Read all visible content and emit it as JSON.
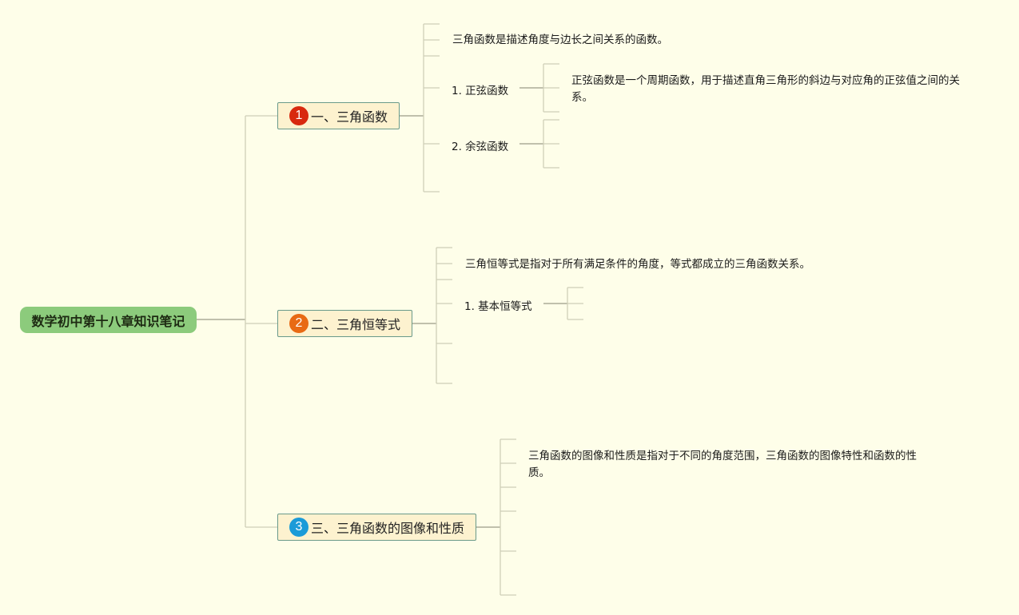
{
  "root": {
    "label": "数学初中第十八章知识笔记"
  },
  "topics": [
    {
      "number": "1",
      "badge_color": "#d8290f",
      "label": "一、三角函数",
      "note": "三角函数是描述角度与边长之间关系的函数。",
      "subtopics": [
        {
          "label": "1. 正弦函数",
          "note": "正弦函数是一个周期函数，用于描述直角三角形的斜边与对应角的正弦值之间的关系。"
        },
        {
          "label": "2. 余弦函数"
        }
      ]
    },
    {
      "number": "2",
      "badge_color": "#e86a14",
      "label": "二、三角恒等式",
      "note": "三角恒等式是指对于所有满足条件的角度，等式都成立的三角函数关系。",
      "subtopics": [
        {
          "label": "1. 基本恒等式"
        }
      ]
    },
    {
      "number": "3",
      "badge_color": "#1b9bd8",
      "label": "三、三角函数的图像和性质",
      "note": "三角函数的图像和性质是指对于不同的角度范围，三角函数的图像特性和函数的性质。"
    }
  ]
}
